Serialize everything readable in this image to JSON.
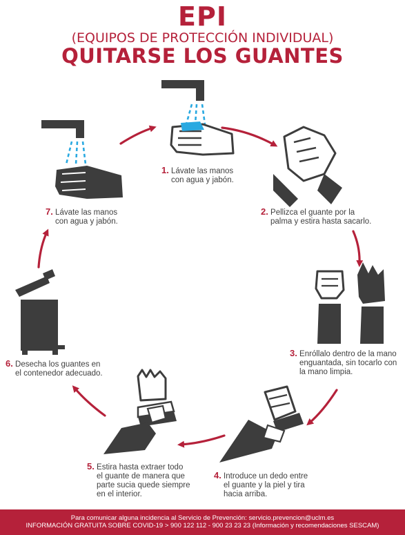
{
  "header": {
    "title": "EPI",
    "subtitle": "(EQUIPOS DE PROTECCIÓN INDIVIDUAL)",
    "heading": "QUITARSE LOS GUANTES"
  },
  "steps": [
    {
      "num": "1.",
      "line1": "Lávate las manos",
      "line2": "con agua y jabón."
    },
    {
      "num": "2.",
      "line1": "Pellizca el guante por la",
      "line2": "palma y estira hasta sacarlo."
    },
    {
      "num": "3.",
      "line1": "Enróllalo dentro de la mano",
      "line2": "enguantada, sin tocarlo con",
      "line3": "la mano limpia."
    },
    {
      "num": "4.",
      "line1": "Introduce un dedo entre",
      "line2": "el guante y la piel y tira",
      "line3": "hacia arriba."
    },
    {
      "num": "5.",
      "line1": "Estira hasta extraer todo",
      "line2": "el guante de manera que",
      "line3": "parte sucia quede siempre",
      "line4": "en el interior."
    },
    {
      "num": "6.",
      "line1": "Desecha los guantes en",
      "line2": "el contenedor adecuado."
    },
    {
      "num": "7.",
      "line1": "Lávate las manos",
      "line2": "con agua y jabón."
    }
  ],
  "footer": {
    "line1": "Para comunicar alguna incidencia al Servicio de Prevención: servicio.prevencion@uclm.es",
    "line2": "INFORMACIÓN GRATUITA SOBRE COVID-19 > 900 122 112 - 900 23 23 23 (Información y recomendaciones SESCAM)"
  },
  "colors": {
    "accent": "#b5213a",
    "icon": "#3d3d3d",
    "water": "#29a9e1"
  }
}
